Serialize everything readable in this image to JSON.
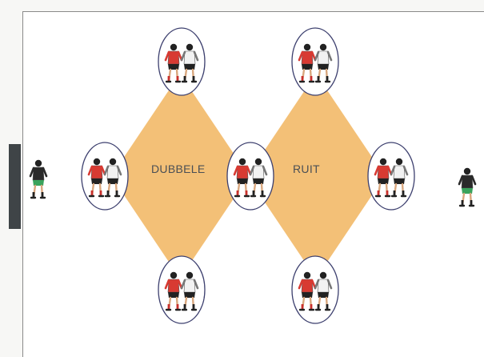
{
  "labels": {
    "left_diamond": "DUBBELE",
    "right_diamond": "RUIT"
  },
  "colors": {
    "diamond_fill": "#f2bb6b",
    "circle_stroke": "#3c3f6e",
    "red_shirt": "#d83a32",
    "white_shirt": "#f2f2f2",
    "dark": "#222222",
    "keeper_shorts": "#3aa35c"
  },
  "pairs": [
    {
      "id": "left-top"
    },
    {
      "id": "left-left"
    },
    {
      "id": "middle"
    },
    {
      "id": "left-bottom"
    },
    {
      "id": "right-top"
    },
    {
      "id": "right-right"
    },
    {
      "id": "right-bottom"
    }
  ],
  "keepers": [
    {
      "id": "left"
    },
    {
      "id": "right"
    }
  ]
}
